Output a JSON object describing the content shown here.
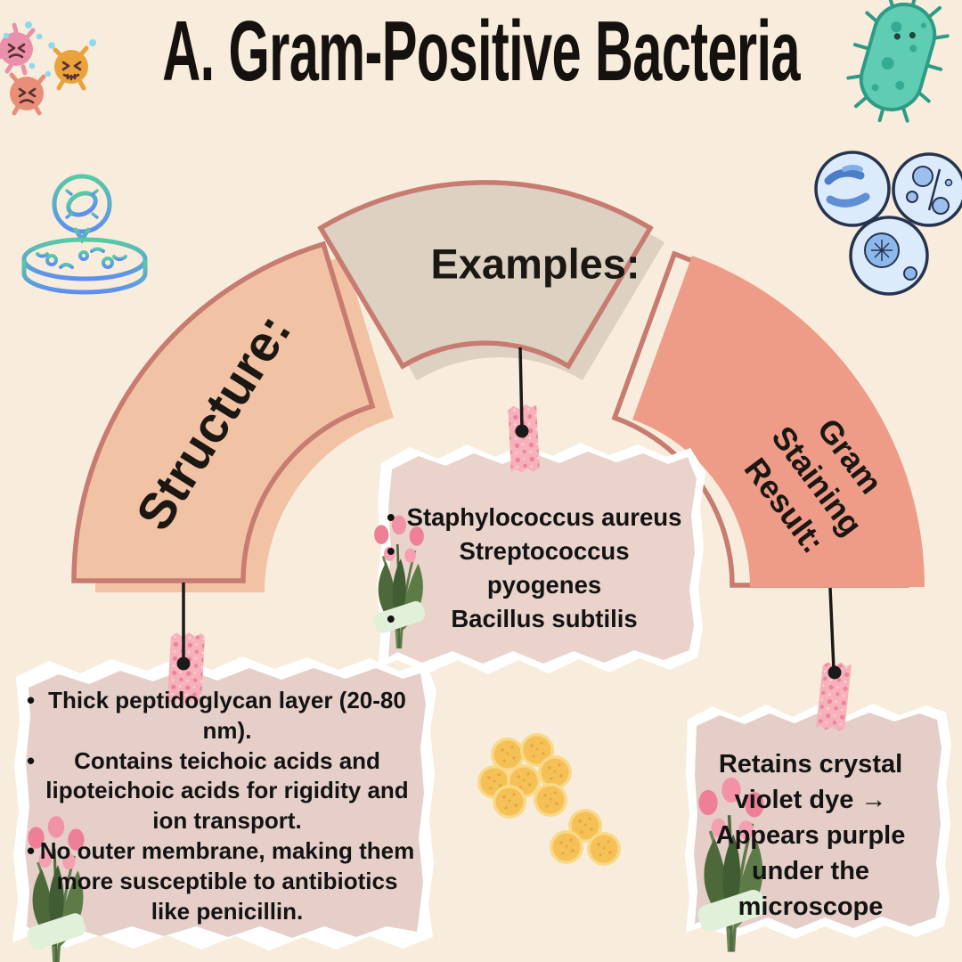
{
  "ui": {
    "bullet": "•"
  },
  "title": "A. Gram-Positive Bacteria",
  "arch": {
    "structure_label": "Structure:",
    "examples_label": "Examples:",
    "gram_label": "Gram Staining Result:"
  },
  "notes": {
    "structure_items": [
      "Thick peptidoglycan layer (20-80 nm).",
      "Contains teichoic acids and lipoteichoic acids for rigidity and ion transport.",
      "No outer membrane, making them more susceptible to antibiotics like penicillin."
    ],
    "examples_items": [
      "Staphylococcus aureus",
      "Streptococcus pyogenes",
      "Bacillus subtilis"
    ],
    "gram_text": "Retains crystal violet dye → Appears purple under the microscope"
  },
  "icons": {
    "top_left": "sad-germ-characters",
    "top_right": "teal-rod-bacterium",
    "left": "petri-dish-magnifier",
    "right": "culture-dishes",
    "bottom_center": "yellow-cocci-clusters",
    "note_decor": "flower-bouquet",
    "attachments": [
      "string-and-pin",
      "floral-washi-tape"
    ]
  },
  "colors": {
    "background": "#f8eddc",
    "segment_peach": "#f1c2a3",
    "segment_tan": "#ddd1c2",
    "segment_salmon": "#ee9c88",
    "segment_outline": "#c77b71",
    "note_paper": "#e6d0c9",
    "tape_pink": "#f7aeb9",
    "tape_flower": "#ec7e95",
    "cocci_yellow": "#f5c157",
    "bacterium_teal": "#5ecdb4",
    "dish_blue": "#dcebfb",
    "text": "#161616"
  }
}
